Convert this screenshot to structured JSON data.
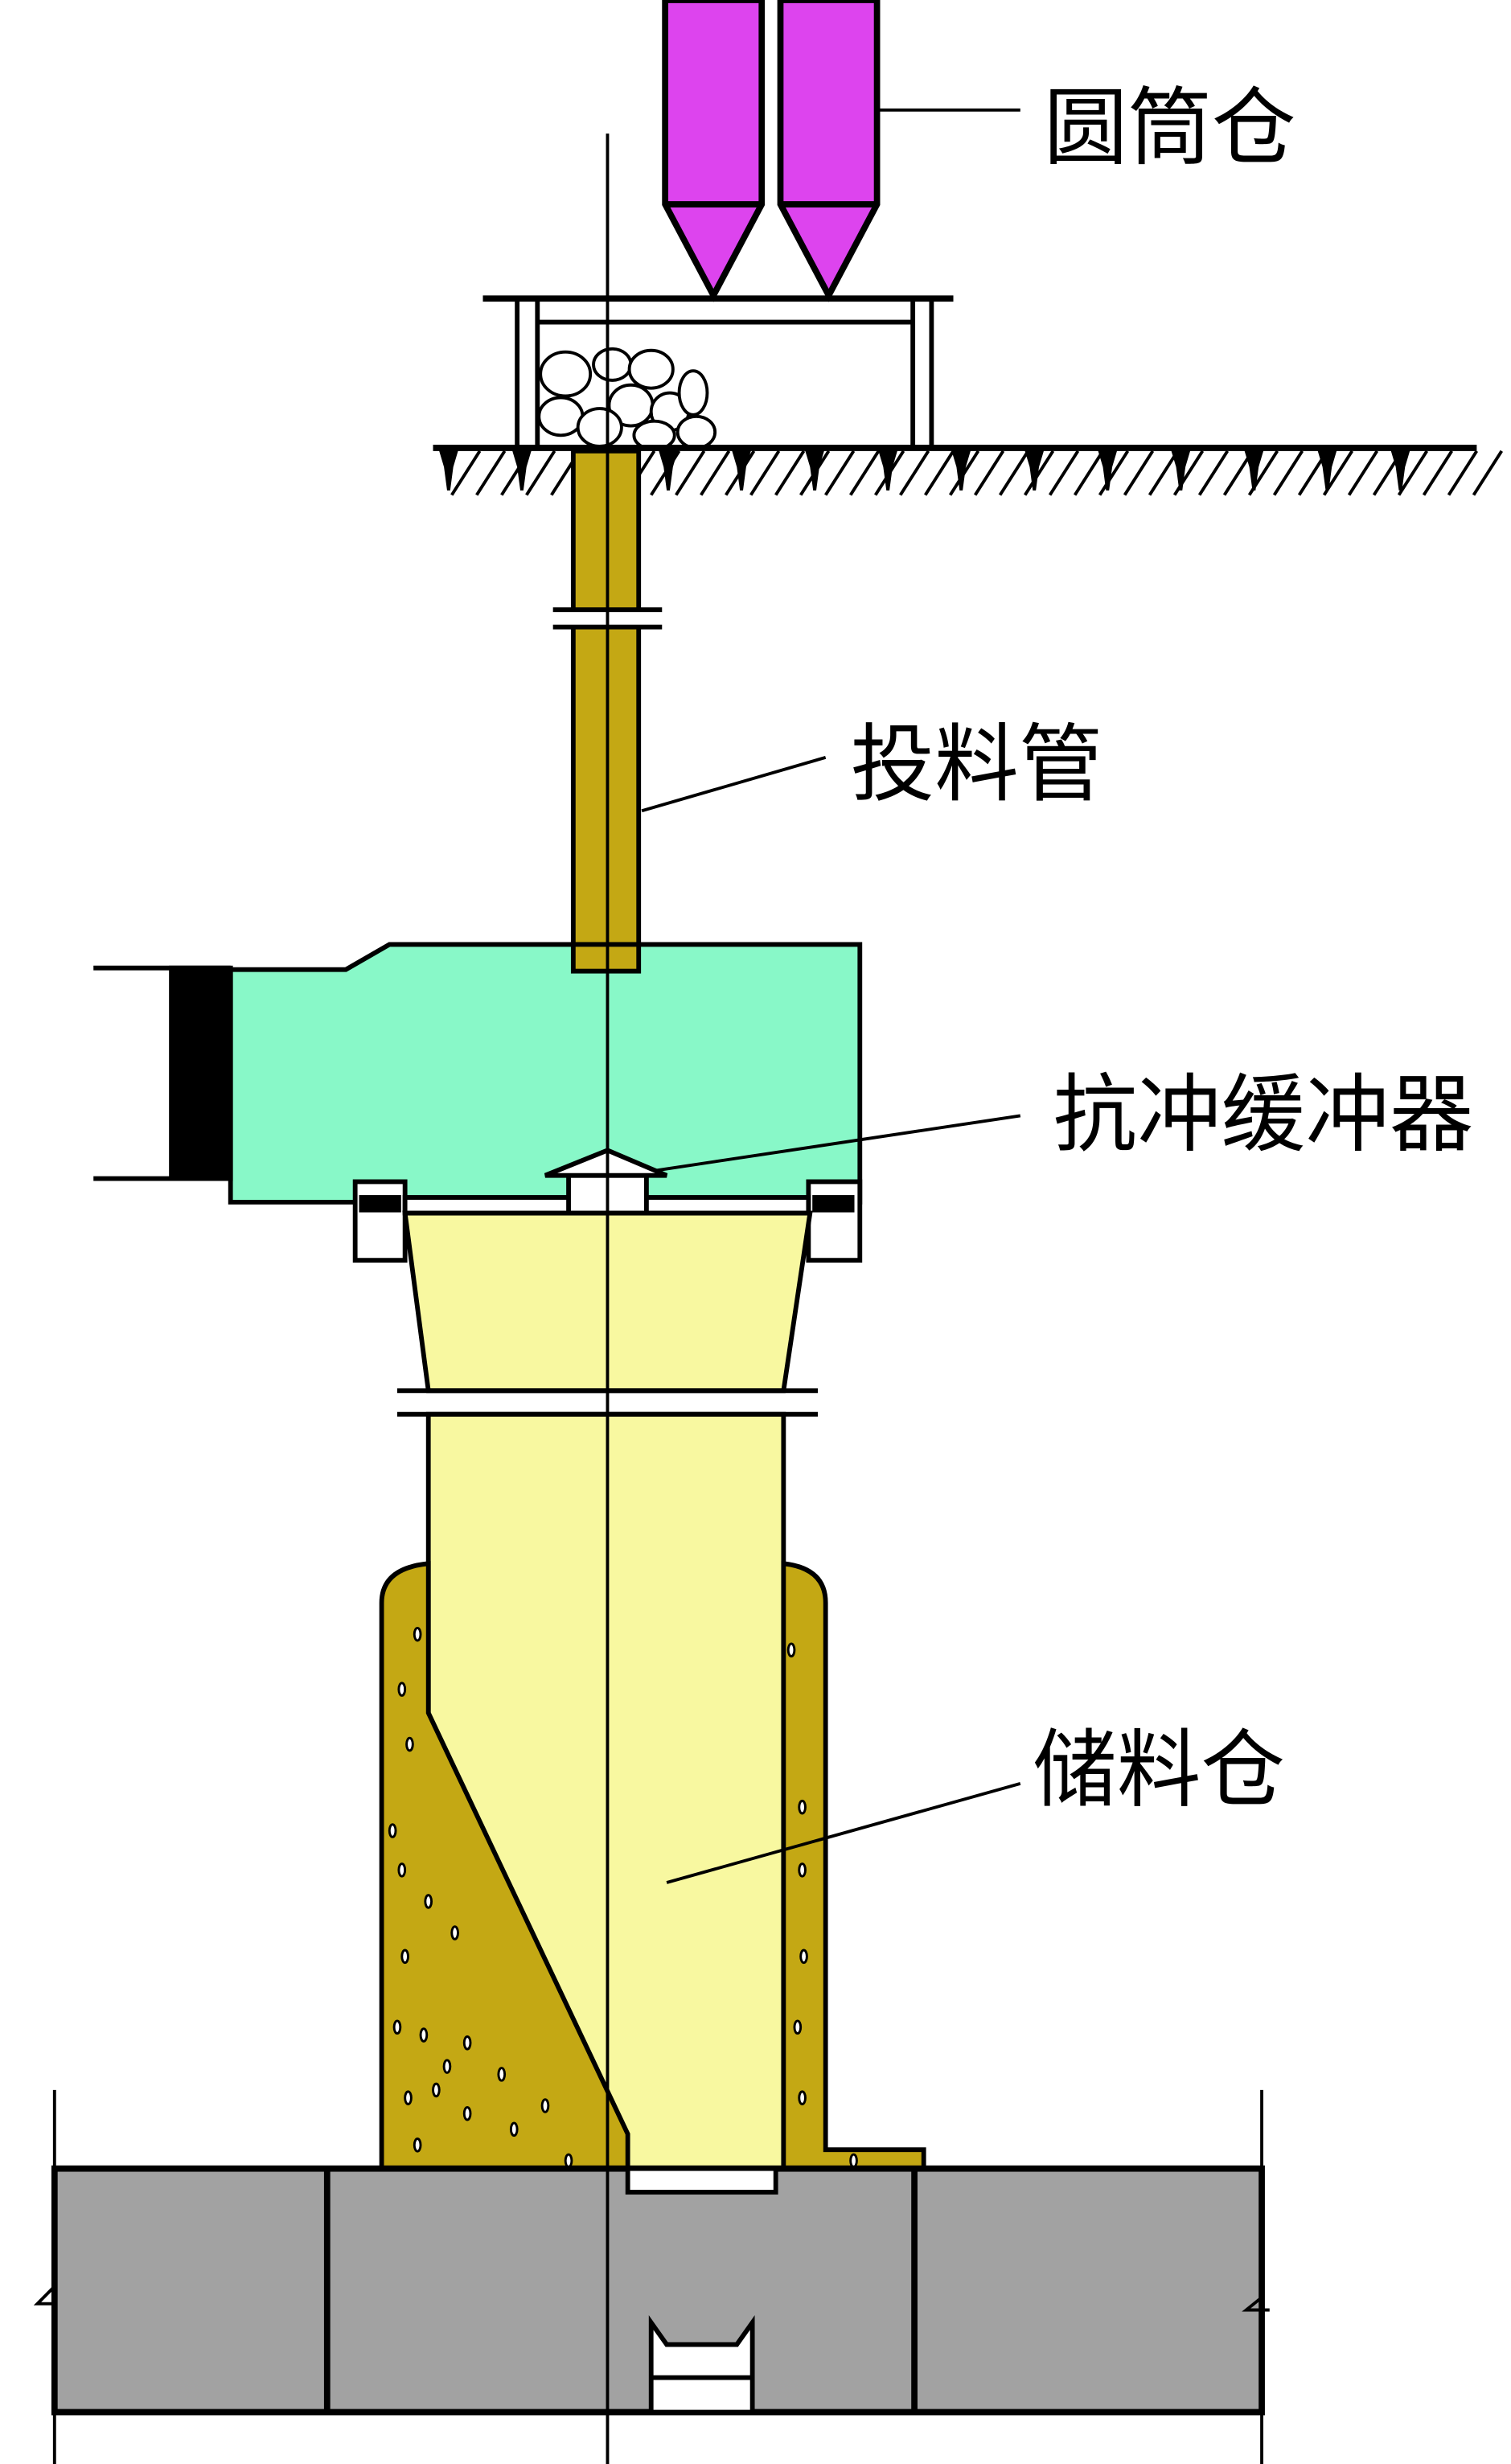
{
  "labels": {
    "silo": "圆筒仓",
    "feed_pipe": "投料管",
    "buffer": "抗冲缓冲器",
    "storage_bin": "储料仓"
  },
  "colors": {
    "silo": "#dd44ee",
    "pipe": "#c4a814",
    "buffer_chamber": "#88f8c8",
    "storage_bin": "#f8f8a0",
    "concrete": "#c4a814",
    "base": "#a2a2a2"
  }
}
